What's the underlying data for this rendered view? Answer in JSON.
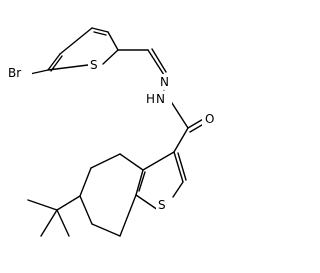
{
  "molecule": {
    "atom_labels": {
      "bromine": "Br",
      "thiophene_sulfur": "S",
      "hydrazone_nitrogen_1": "N",
      "hydrazone_nitrogen_2": "N",
      "amide_nh": "H",
      "carbonyl_oxygen": "O",
      "benzothiophene_sulfur": "S"
    }
  }
}
